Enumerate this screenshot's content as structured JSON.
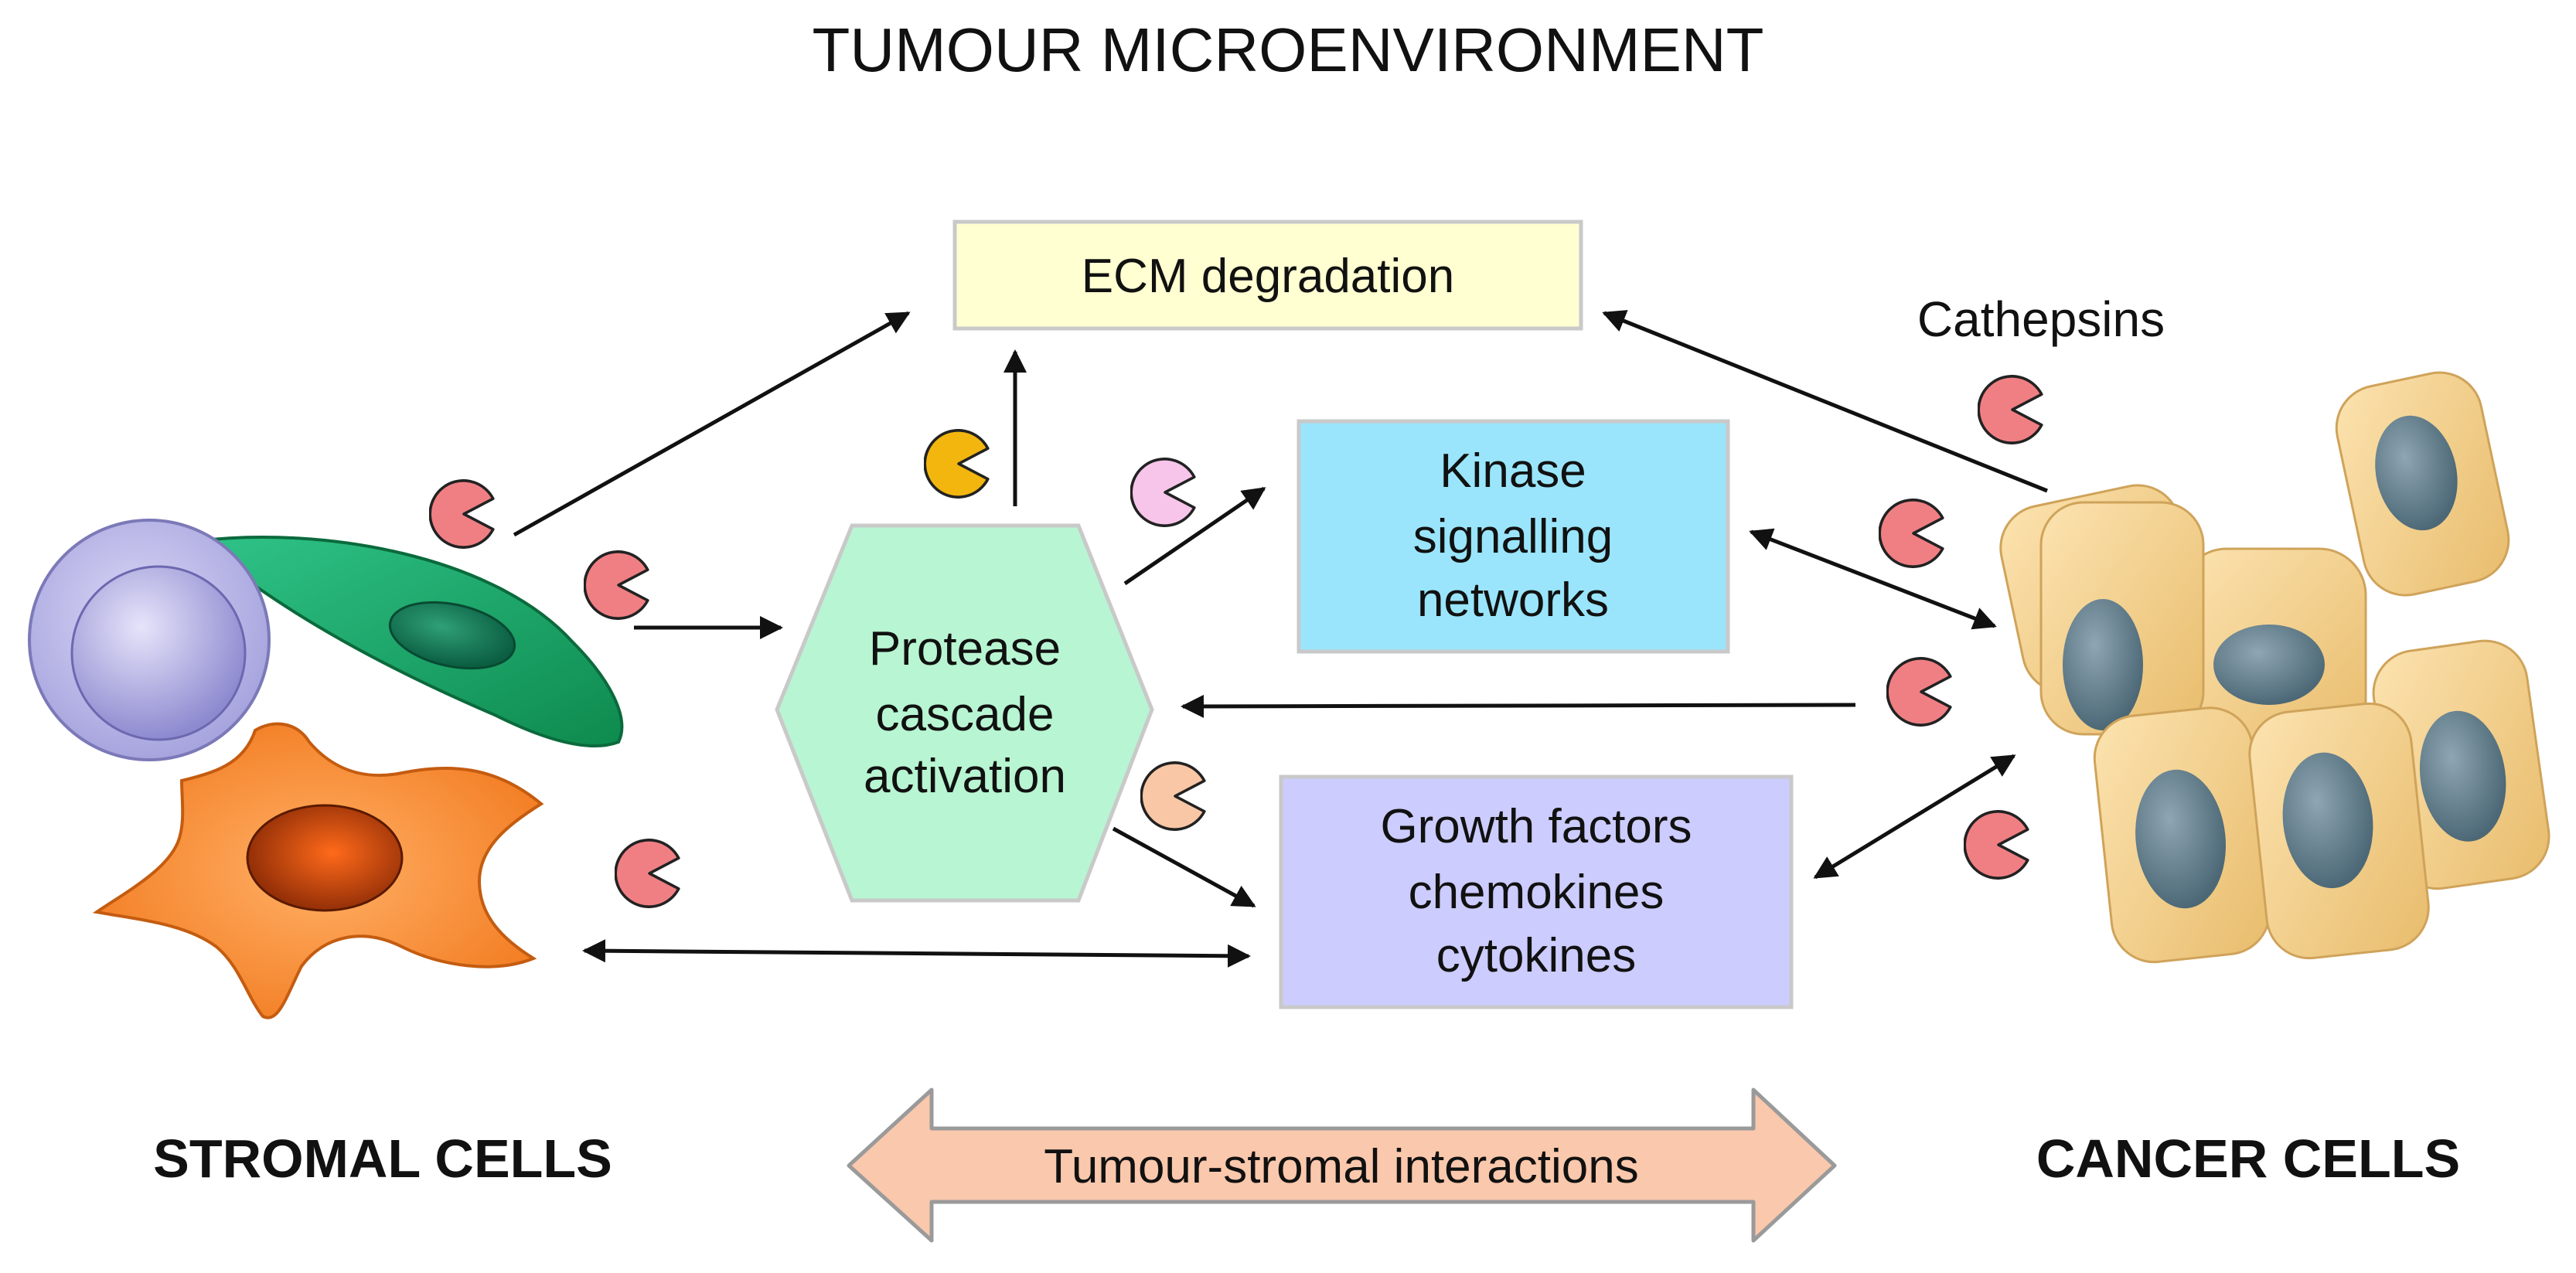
{
  "title": "TUMOUR MICROENVIRONMENT",
  "nodes": {
    "ecm": {
      "label": "ECM degradation",
      "fill": "#FFFFD2"
    },
    "kinase": {
      "lines": [
        "Kinase",
        "signalling",
        "networks"
      ],
      "fill": "#9AE5FB"
    },
    "protease": {
      "lines": [
        "Protease",
        "cascade",
        "activation"
      ],
      "fill": "#B8F5D2"
    },
    "growth": {
      "lines": [
        "Growth factors",
        "chemokines",
        "cytokines"
      ],
      "fill": "#CCCCFE"
    }
  },
  "labels": {
    "cathepsins": "Cathepsins",
    "stromal": "STROMAL CELLS",
    "cancer": "CANCER CELLS",
    "interaction": "Tumour-stromal interactions"
  },
  "colors": {
    "cathepsin": "#F07F84",
    "cathepsin_yellow": "#F2B60E",
    "cathepsin_pink": "#F7C5EA",
    "cathepsin_peach": "#F9C7A5",
    "interaction_arrow": "#FAC8AC",
    "cancer_cell": "#F4CF89",
    "cancer_nucleus": "#5D7C8C"
  }
}
